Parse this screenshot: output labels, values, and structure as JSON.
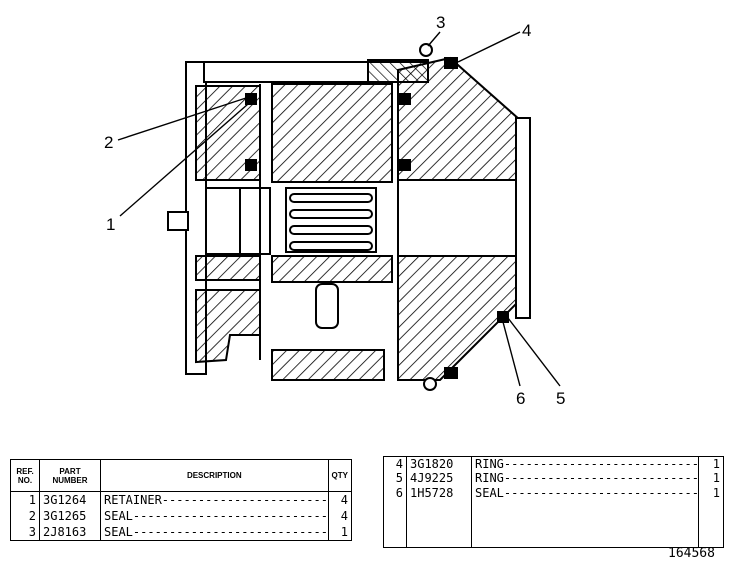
{
  "drawing": {
    "callouts": [
      "1",
      "2",
      "3",
      "4",
      "5",
      "6"
    ]
  },
  "parts_table": {
    "headers": {
      "ref_no": "REF. NO.",
      "part_number": "PART NUMBER",
      "description": "DESCRIPTION",
      "qty": "QTY"
    },
    "rows_left": [
      {
        "ref": "1",
        "part": "3G1264",
        "desc": "RETAINER-------------------------------",
        "qty": "4"
      },
      {
        "ref": "2",
        "part": "3G1265",
        "desc": "SEAL-----------------------------------",
        "qty": "4"
      },
      {
        "ref": "3",
        "part": "2J8163",
        "desc": "SEAL-----------------------------------",
        "qty": "1"
      }
    ],
    "rows_right": [
      {
        "ref": "4",
        "part": "3G1820",
        "desc": "RING-------------------------------",
        "qty": "1"
      },
      {
        "ref": "5",
        "part": "4J9225",
        "desc": "RING-------------------------------",
        "qty": "1"
      },
      {
        "ref": "6",
        "part": "1H5728",
        "desc": "SEAL-------------------------------",
        "qty": "1"
      }
    ]
  },
  "figure_number": "164568"
}
